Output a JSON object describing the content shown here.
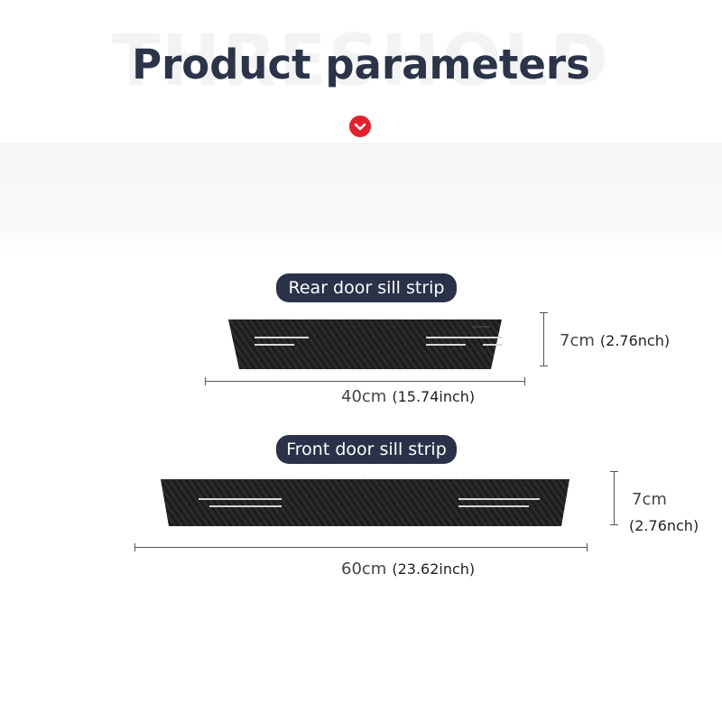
{
  "header": {
    "watermark": "THRESHOLD",
    "title": "Product parameters"
  },
  "icons": {
    "chevron": "chevron-down-icon",
    "chevron_color": "#e5202e"
  },
  "colors": {
    "pill_background": "#2a3249",
    "strip_background": "#1a1a1a"
  },
  "rear": {
    "label": "Rear door sill strip",
    "length": "40cm",
    "length_inch": "(15.74inch)",
    "height": "7cm",
    "height_inch": "(2.76nch)"
  },
  "front": {
    "label": "Front door sill strip",
    "length": "60cm",
    "length_inch": "(23.62inch)",
    "height": "7cm",
    "height_inch": "(2.76nch)"
  }
}
